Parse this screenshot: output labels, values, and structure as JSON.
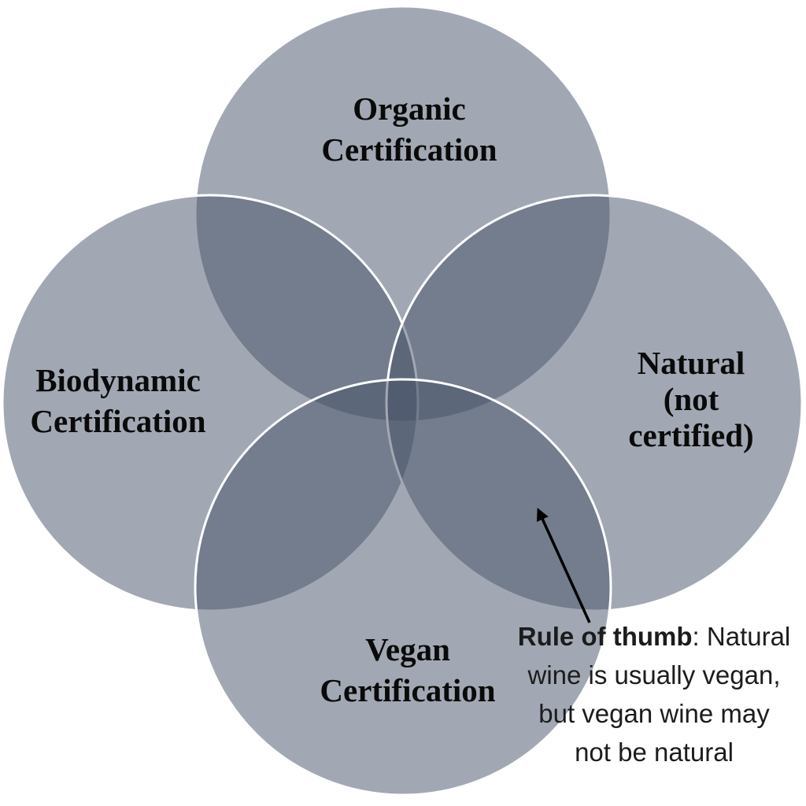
{
  "background_color": "#ffffff",
  "venn": {
    "circle_fill": "#455167",
    "circle_opacity": "0.5",
    "circle_stroke": "#ffffff",
    "label_color": "#0a0a0a",
    "circles": [
      {
        "id": "organic",
        "position": "top",
        "label_lines": [
          "Organic",
          "Certification"
        ]
      },
      {
        "id": "biodynamic",
        "position": "left",
        "label_lines": [
          "Biodynamic",
          "Certification"
        ]
      },
      {
        "id": "natural",
        "position": "right",
        "label_lines": [
          "Natural",
          "(not",
          "certified)"
        ]
      },
      {
        "id": "vegan",
        "position": "bottom",
        "label_lines": [
          "Vegan",
          "Certification"
        ]
      }
    ]
  },
  "annotation": {
    "text_color": "#1c1c1c",
    "arrow_color": "#000000",
    "bold_prefix": "Rule of thumb",
    "line1_rest": ": Natural",
    "line2": "wine is usually vegan,",
    "line3": "but vegan wine may",
    "line4": "not be natural"
  }
}
